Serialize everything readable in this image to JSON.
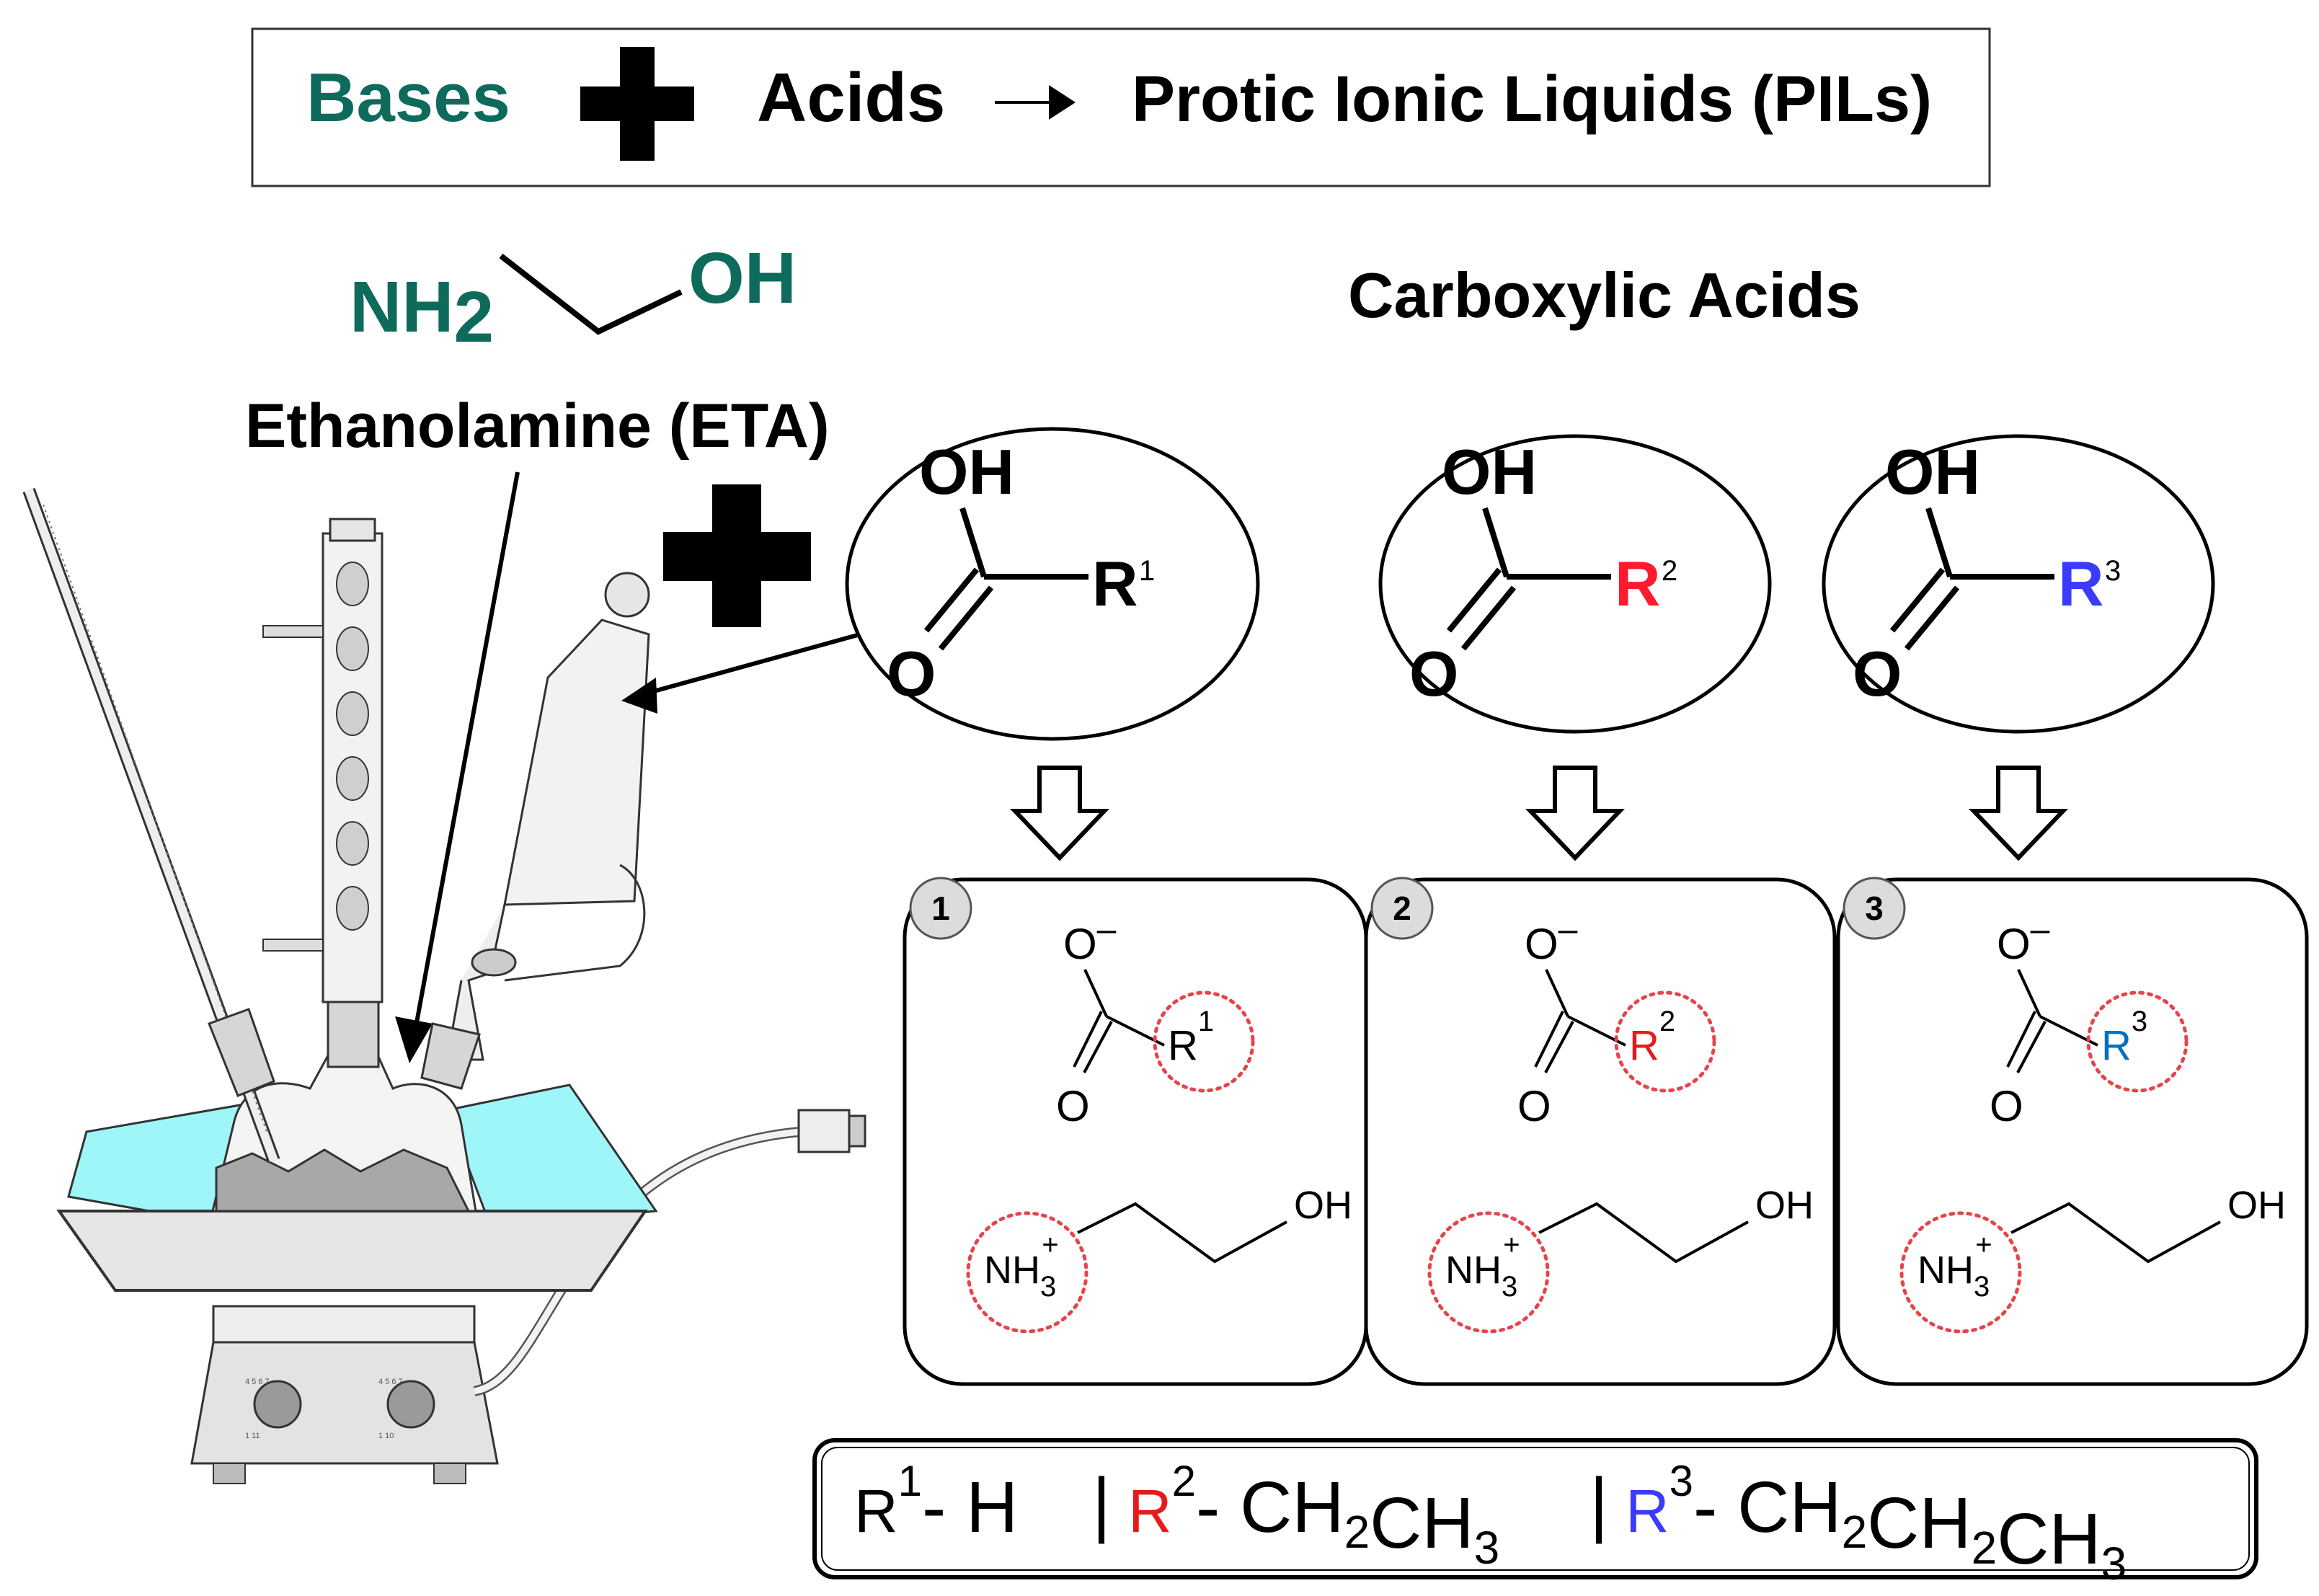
{
  "header": {
    "bases": "Bases",
    "acids": "Acids",
    "pils": "Protic Ionic Liquids (PILs)"
  },
  "base": {
    "nh2": "NH",
    "nh2_sub": "2",
    "oh": "OH",
    "name": "Ethanolamine (ETA)"
  },
  "acids_title": "Carboxylic Acids",
  "acid_atoms": {
    "oh": "OH",
    "o": "O",
    "r": "R"
  },
  "acids": [
    {
      "index": "1",
      "r_color": "#000000",
      "salt_r_color": "#000000"
    },
    {
      "index": "2",
      "r_color": "#ff1a2e",
      "salt_r_color": "#e41a1c"
    },
    {
      "index": "3",
      "r_color": "#3b3bff",
      "salt_r_color": "#0070c0"
    }
  ],
  "salt_atoms": {
    "o_minus": "O",
    "minus": "–",
    "o": "O",
    "r": "R",
    "nh3": "NH",
    "nh3_sub": "3",
    "plus": "+",
    "oh": "OH"
  },
  "legend": {
    "items": [
      {
        "r": "R",
        "sup": "1",
        "sep": "- ",
        "formula": [
          [
            "H",
            ""
          ]
        ],
        "color": "#000000"
      },
      {
        "r": "R",
        "sup": "2",
        "sep": "- ",
        "formula": [
          [
            "CH",
            "2"
          ],
          [
            "CH",
            "3"
          ]
        ],
        "color": "#e41a1c"
      },
      {
        "r": "R",
        "sup": "3",
        "sep": "- ",
        "formula": [
          [
            "CH",
            "2"
          ],
          [
            "CH",
            "2"
          ],
          [
            "CH",
            "3"
          ]
        ],
        "color": "#3b3bff"
      }
    ],
    "divider": "|"
  },
  "colors": {
    "teal": "#0e6b5c",
    "dotted_circle": "#e8434b",
    "bath": "#9ef6f8",
    "index_badge": "#dcdcdc"
  }
}
